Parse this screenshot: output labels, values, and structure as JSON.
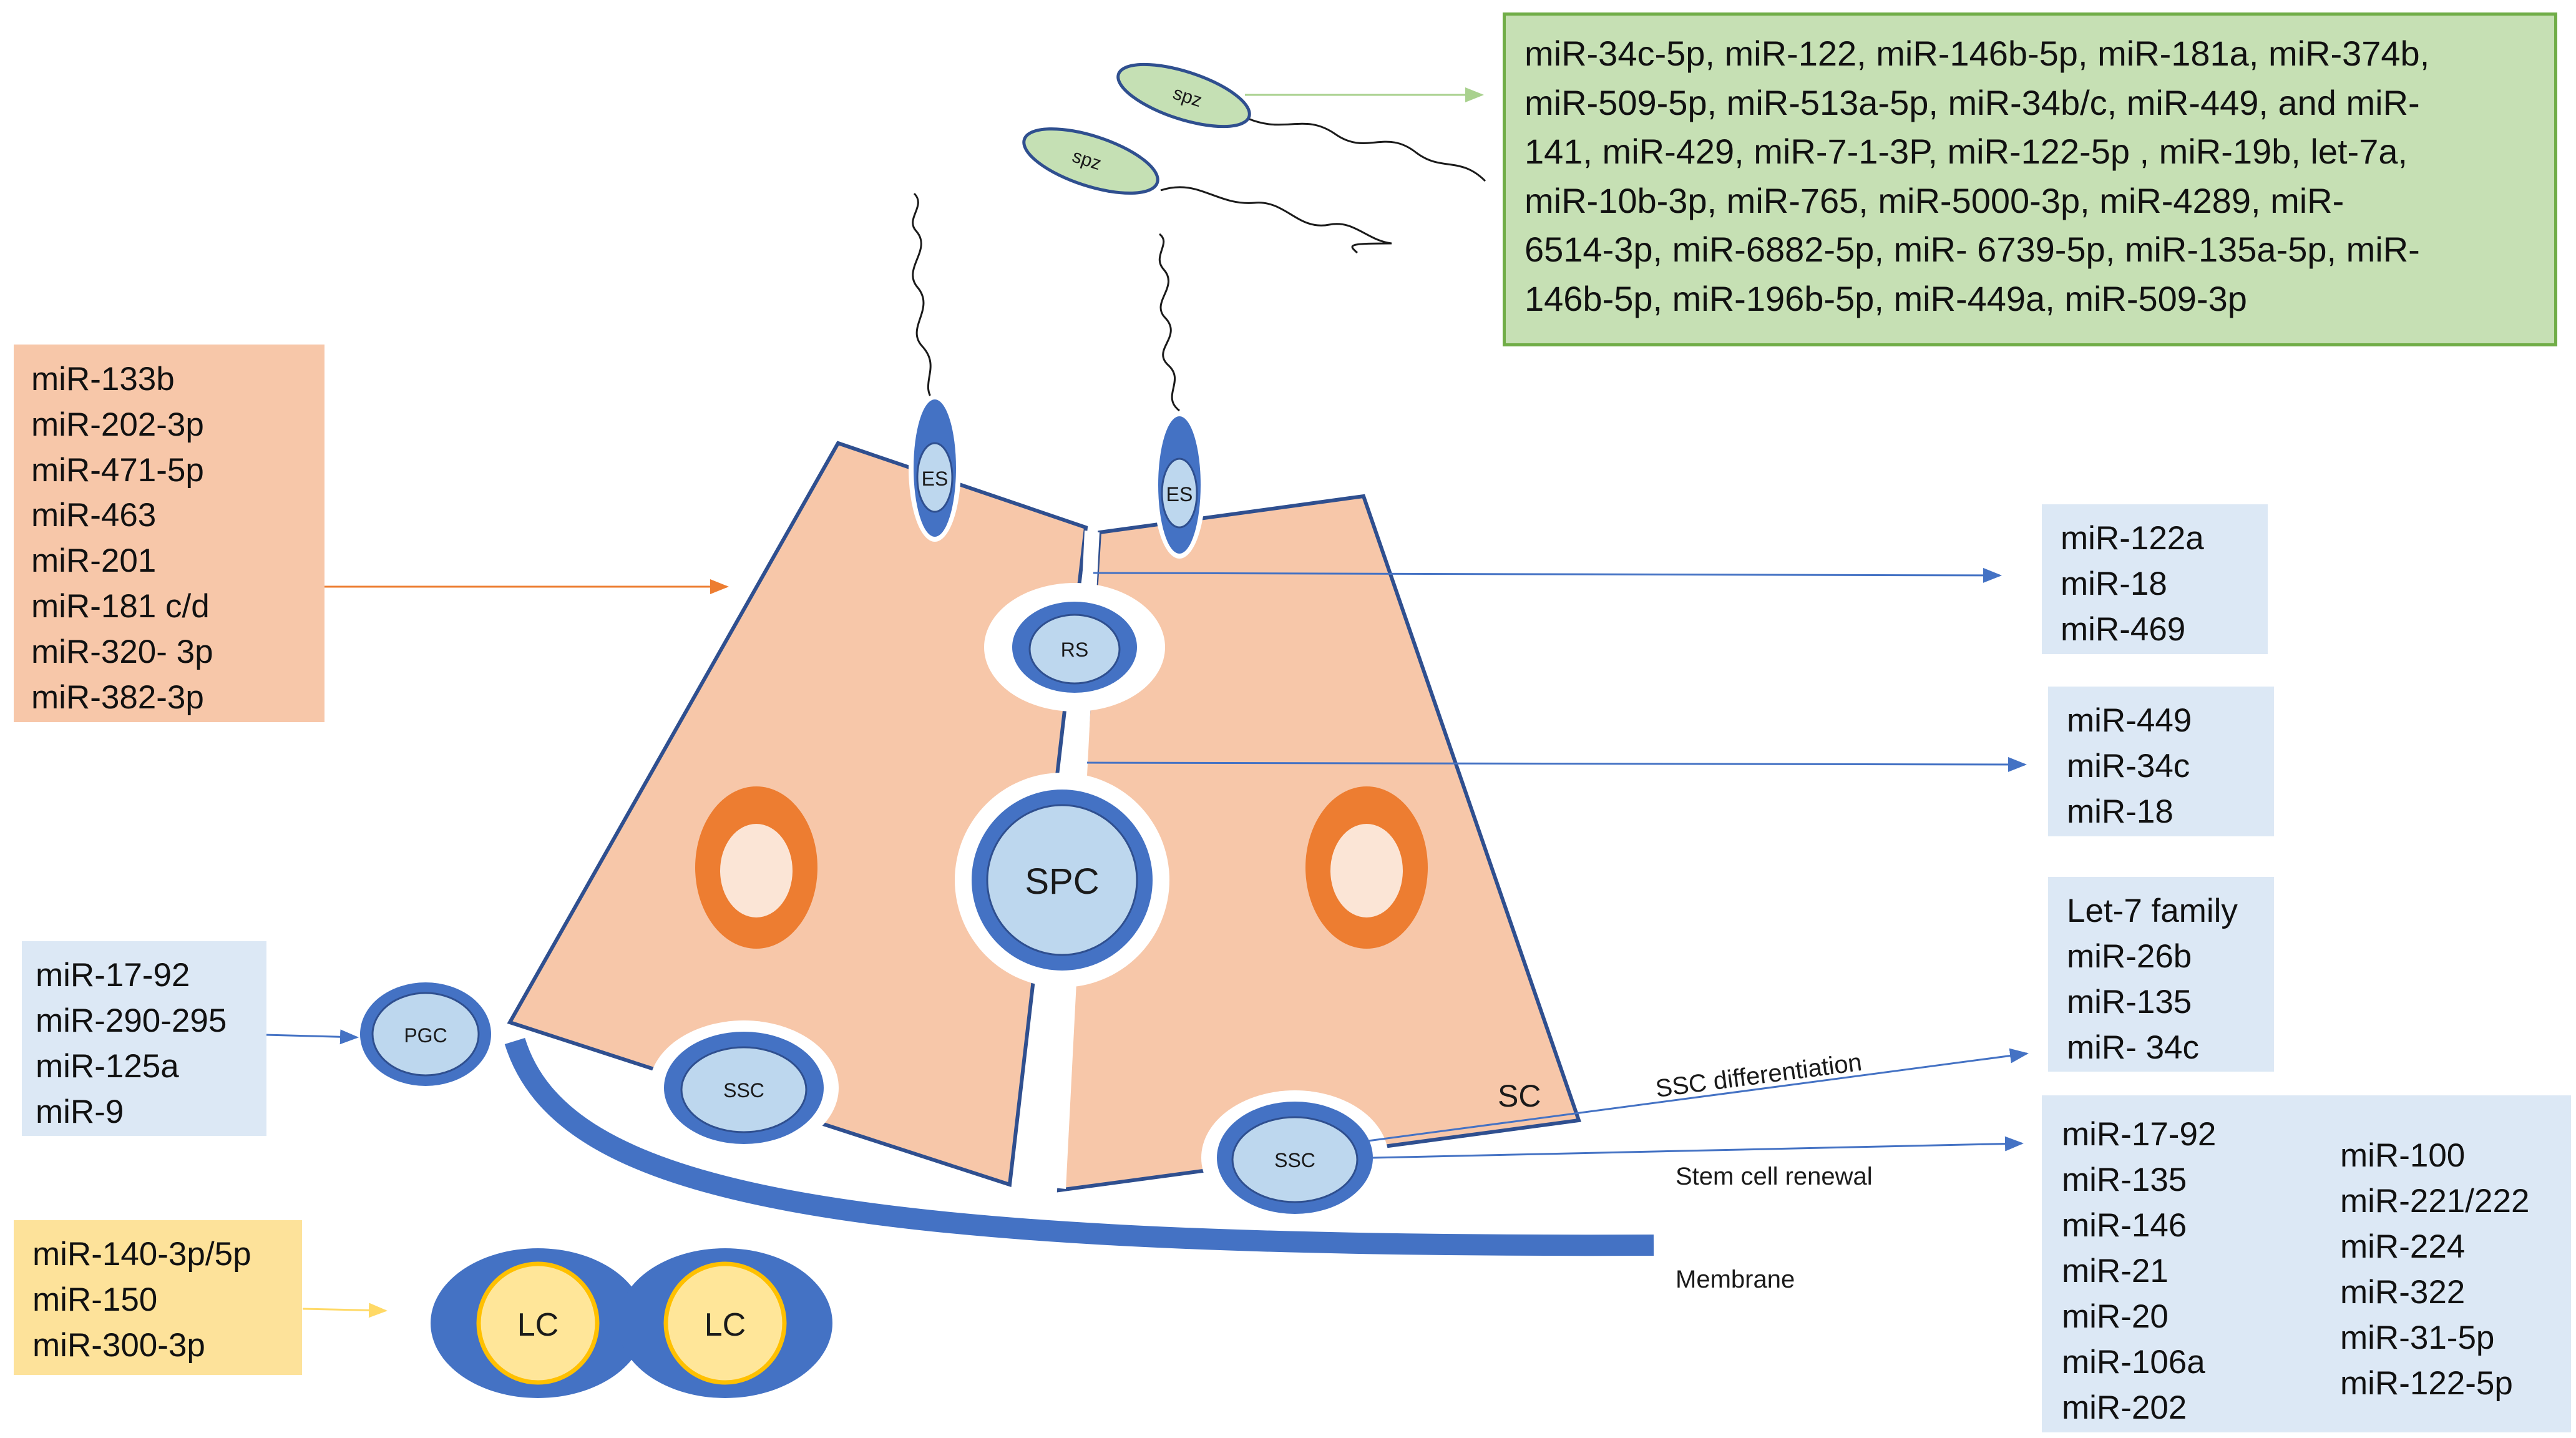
{
  "colors": {
    "cell_fill": "#f7c7a9",
    "cell_stroke": "#2f4f8f",
    "cell_dark_blue": "#4472c4",
    "cell_light_blue": "#bdd7ee",
    "nucleus_orange": "#ed7d31",
    "nucleolus_fill": "#fbe5d6",
    "lc_yellow": "#ffe699",
    "lc_border": "#ffc000",
    "spz_green": "#c5e0b4",
    "box_green": "#c6e0b4",
    "box_green_border": "#70ad47",
    "box_peach": "#f7c7a9",
    "box_blue": "#dce8f5",
    "box_yellow": "#fde29a",
    "arrow_orange": "#ed7d31",
    "arrow_blue": "#4472c4",
    "arrow_green": "#a9d18e",
    "arrow_yellow": "#ffd966"
  },
  "labels": {
    "spz_top": "spz",
    "spz_bottom": "spz",
    "es_left": "ES",
    "es_right": "ES",
    "rs": "RS",
    "spc": "SPC",
    "pgc": "PGC",
    "ssc_left": "SSC",
    "ssc_right": "SSC",
    "sc": "SC",
    "lc_left": "LC",
    "lc_right": "LC",
    "ssc_differentiation": "SSC differentiation",
    "stem_cell_renewal": "Stem cell renewal",
    "membrane": "Membrane"
  },
  "boxes": {
    "spz_mirnas": [
      "miR-34c-5p, miR-122, miR-146b-5p, miR-181a, miR-374b,",
      "miR-509-5p, miR-513a-5p, miR-34b/c, miR-449,  and miR-",
      "141, miR-429, miR-7-1-3P, miR-122-5p , miR-19b, let-7a,",
      "miR-10b-3p, miR-765, miR-5000-3p, miR-4289, miR-",
      "6514-3p, miR-6882-5p, miR- 6739-5p, miR-135a-5p, miR-",
      "146b-5p, miR-196b-5p, miR-449a, miR-509-3p"
    ],
    "sertoli_mirnas": [
      "miR-133b",
      "miR-202-3p",
      "miR-471-5p",
      "miR-463",
      "miR-201",
      "miR-181 c/d",
      "miR-320- 3p",
      "miR-382-3p"
    ],
    "rs_mirnas": [
      "miR-122a",
      "miR-18",
      "miR-469"
    ],
    "spc_mirnas": [
      "miR-449",
      "miR-34c",
      "miR-18"
    ],
    "differentiation_mirnas": [
      "Let-7 family",
      "miR-26b",
      "miR-135",
      "miR- 34c"
    ],
    "renewal_mirnas_col1": [
      "miR-17-92",
      "miR-135",
      "miR-146",
      "miR-21",
      "miR-20",
      "miR-106a",
      "miR-202"
    ],
    "renewal_mirnas_col2": [
      "miR-100",
      "miR-221/222",
      "miR-224",
      "miR-322",
      "miR-31-5p",
      "miR-122-5p"
    ],
    "pgc_mirnas": [
      "miR-17-92",
      "miR-290-295",
      "miR-125a",
      "miR-9"
    ],
    "lc_mirnas": [
      "miR-140-3p/5p",
      "miR-150",
      "miR-300-3p"
    ]
  }
}
